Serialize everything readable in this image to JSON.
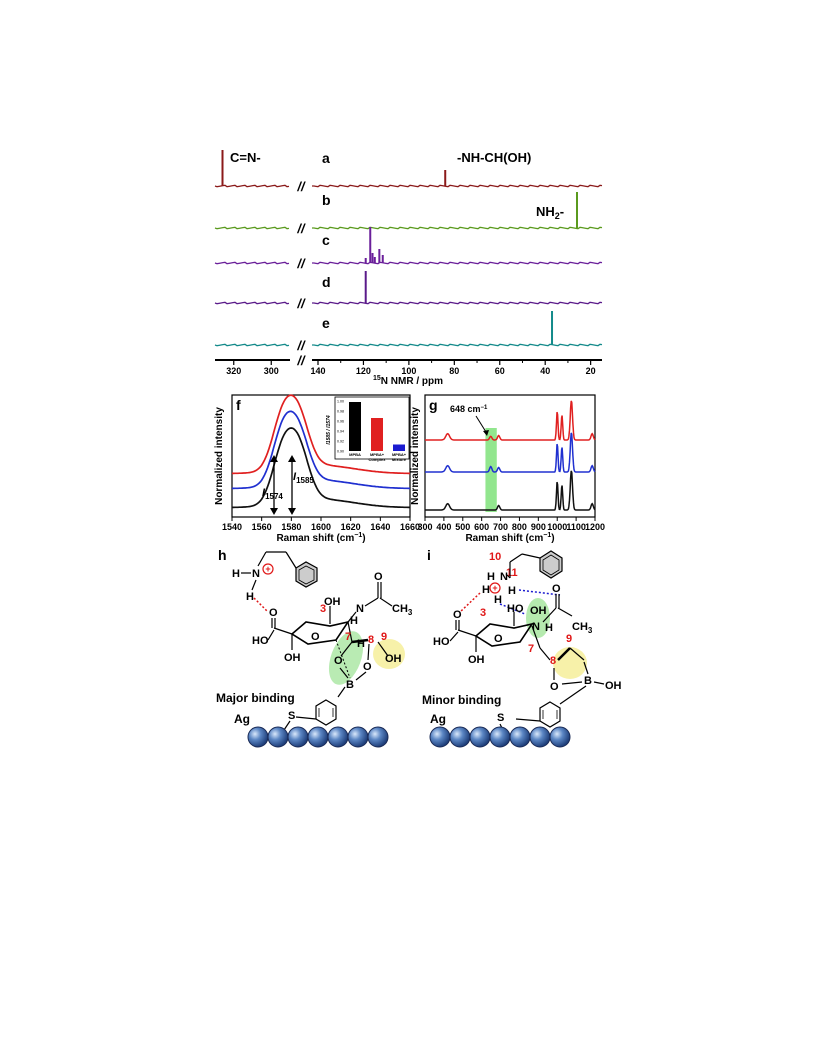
{
  "panel_a_e": {
    "labels": [
      "a",
      "b",
      "c",
      "d",
      "e"
    ],
    "annotations": {
      "imine": "C=N-",
      "hemiaminal": "-NH-CH(OH)",
      "amine": "NH",
      "amine_sub": "2",
      "amine_suffix": "-"
    },
    "break_mark": "//",
    "x_ticks_left": [
      "320",
      "300"
    ],
    "x_ticks_right": [
      "140",
      "120",
      "100",
      "80",
      "60",
      "40",
      "20"
    ],
    "xlabel_sup": "15",
    "xlabel": "N NMR / ppm",
    "colors": {
      "a": "#8b1a1a",
      "b": "#5a9a1e",
      "c": "#6a1f9a",
      "d": "#5a1a8a",
      "e": "#138a8a"
    }
  },
  "panel_f": {
    "label": "f",
    "ylabel": "Normalized intensity",
    "xlabel": "Raman shift (cm",
    "xlabel_sup": "−1",
    "xlabel_end": ")",
    "x_ticks": [
      "1540",
      "1560",
      "1580",
      "1600",
      "1620",
      "1640",
      "1660"
    ],
    "i1574": {
      "main": "I",
      "sub": "1574"
    },
    "i1585": {
      "main": "I",
      "sub": "1585"
    },
    "line_colors": [
      "#e02020",
      "#2030d0",
      "#111111"
    ],
    "inset": {
      "ylabel": "I1585 / I1574",
      "y_ticks": [
        "1.00",
        "0.98",
        "0.96",
        "0.94",
        "0.92",
        "0.90"
      ],
      "categories": [
        "MPBA",
        "MPBA+ Complex",
        "MPBA+ Mixture"
      ],
      "cat_line1": [
        "MPBA",
        "MPBA+",
        "MPBA+"
      ],
      "cat_line2": [
        "",
        "Complex",
        "Mixture"
      ],
      "values": [
        0.998,
        0.966,
        0.913
      ],
      "colors": [
        "#000000",
        "#e02020",
        "#1b1bd0"
      ]
    }
  },
  "panel_g": {
    "label": "g",
    "ylabel": "Normalized intensity",
    "xlabel": "Raman shift (cm",
    "xlabel_sup": "−1",
    "xlabel_end": ")",
    "x_ticks": [
      "300",
      "400",
      "500",
      "600",
      "700",
      "800",
      "900",
      "1000",
      "1100",
      "1200"
    ],
    "annotation": "648 cm",
    "annotation_sup": "−1",
    "line_colors": [
      "#e02020",
      "#2030d0",
      "#111111"
    ]
  },
  "panel_h": {
    "label": "h",
    "caption": "Major binding",
    "surface": "Ag",
    "atom_S": "S",
    "atom_B": "B",
    "atom_N": "N",
    "atom_H": "H",
    "amine_left": "H",
    "amine_N": "N",
    "charge": "+",
    "oh": "OH",
    "ho": "HO",
    "o": "O",
    "ch3": "CH",
    "ch3_sub": "3",
    "nums": [
      "3",
      "7",
      "8",
      "9"
    ]
  },
  "panel_i": {
    "label": "i",
    "caption": "Minor binding",
    "surface": "Ag",
    "atom_S": "S",
    "atom_B": "B",
    "atom_N": "N",
    "atom_H": "H",
    "oh": "OH",
    "ho": "HO",
    "o": "O",
    "charge": "+",
    "ch3": "CH",
    "ch3_sub": "3",
    "nums": [
      "10",
      "11",
      "3",
      "7",
      "8",
      "9"
    ]
  }
}
